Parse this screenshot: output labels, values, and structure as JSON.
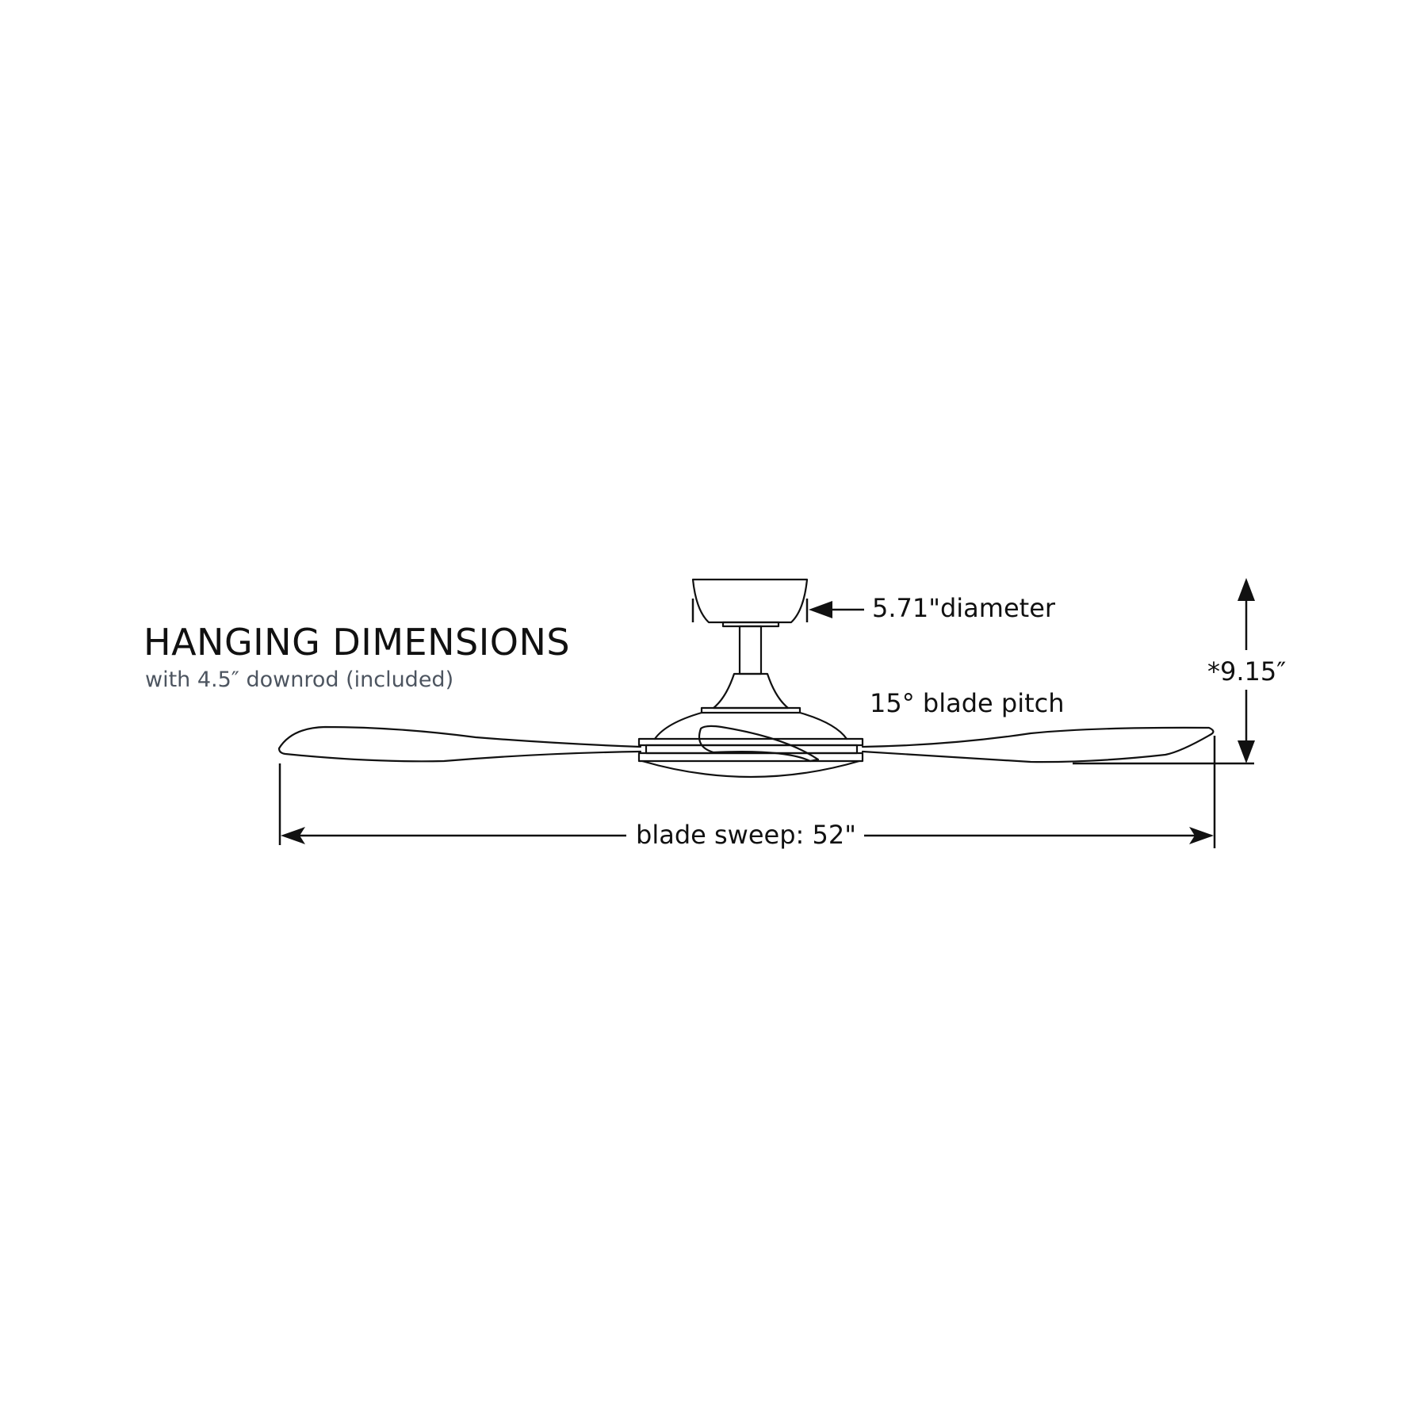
{
  "header": {
    "title": "HANGING DIMENSIONS",
    "subtitle": "with 4.5″ downrod (included)"
  },
  "dimensions": {
    "canopy_diameter": "5.71\"diameter",
    "blade_pitch": "15° blade pitch",
    "height": "*9.15″",
    "blade_sweep": "blade sweep: 52\""
  },
  "colors": {
    "line": "#111111",
    "subtitle": "#4d5560",
    "background": "#ffffff"
  }
}
